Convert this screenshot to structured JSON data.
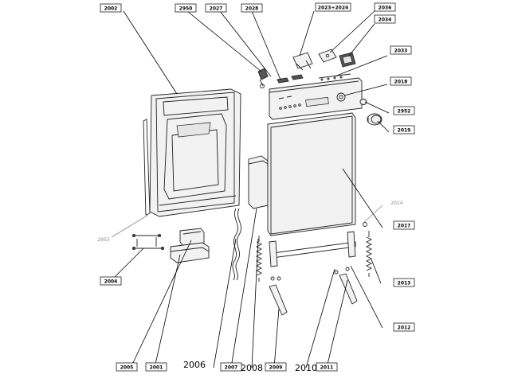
{
  "labels": {
    "l2002": "2002",
    "l2950": "2950",
    "l2027": "2027",
    "l2028": "2028",
    "l2023_2024": "2023+2024",
    "l2036": "2036",
    "l2034": "2034",
    "l2033": "2033",
    "l2018": "2018",
    "l2952": "2952",
    "l2019": "2019",
    "l2014": "2014",
    "l2017": "2017",
    "l2013": "2013",
    "l2012": "2012",
    "l2011": "2011",
    "l2010": "2010",
    "l2009": "2009",
    "l2008": "2008",
    "l2007": "2007",
    "l2006": "2006",
    "l2001": "2001",
    "l2005": "2005",
    "l2004": "2004",
    "l2953": "2953"
  },
  "colors": {
    "line": "#000000",
    "muted": "#888888",
    "background": "#ffffff"
  }
}
